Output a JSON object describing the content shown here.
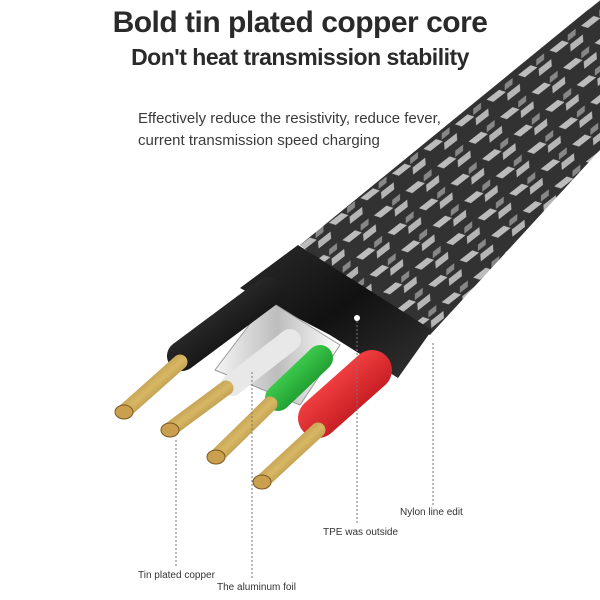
{
  "headline": {
    "line1": "Bold tin plated copper core",
    "line2": "Don't heat transmission stability"
  },
  "description": {
    "line1": "Effectively reduce the resistivity, reduce fever,",
    "line2": "current transmission speed charging"
  },
  "callouts": {
    "nylon": "Nylon line edit",
    "tpe": "TPE was outside",
    "tin_copper": "Tin plated copper",
    "aluminum_foil": "The aluminum foil"
  },
  "colors": {
    "braid_dark": "#3c3c3c",
    "braid_light": "#d8d8d8",
    "sleeve": "#1c1c1c",
    "wire_black": "#111111",
    "wire_white": "#eeeeee",
    "wire_green": "#22b83a",
    "wire_red": "#e5232a",
    "copper": "#b08a3a"
  }
}
